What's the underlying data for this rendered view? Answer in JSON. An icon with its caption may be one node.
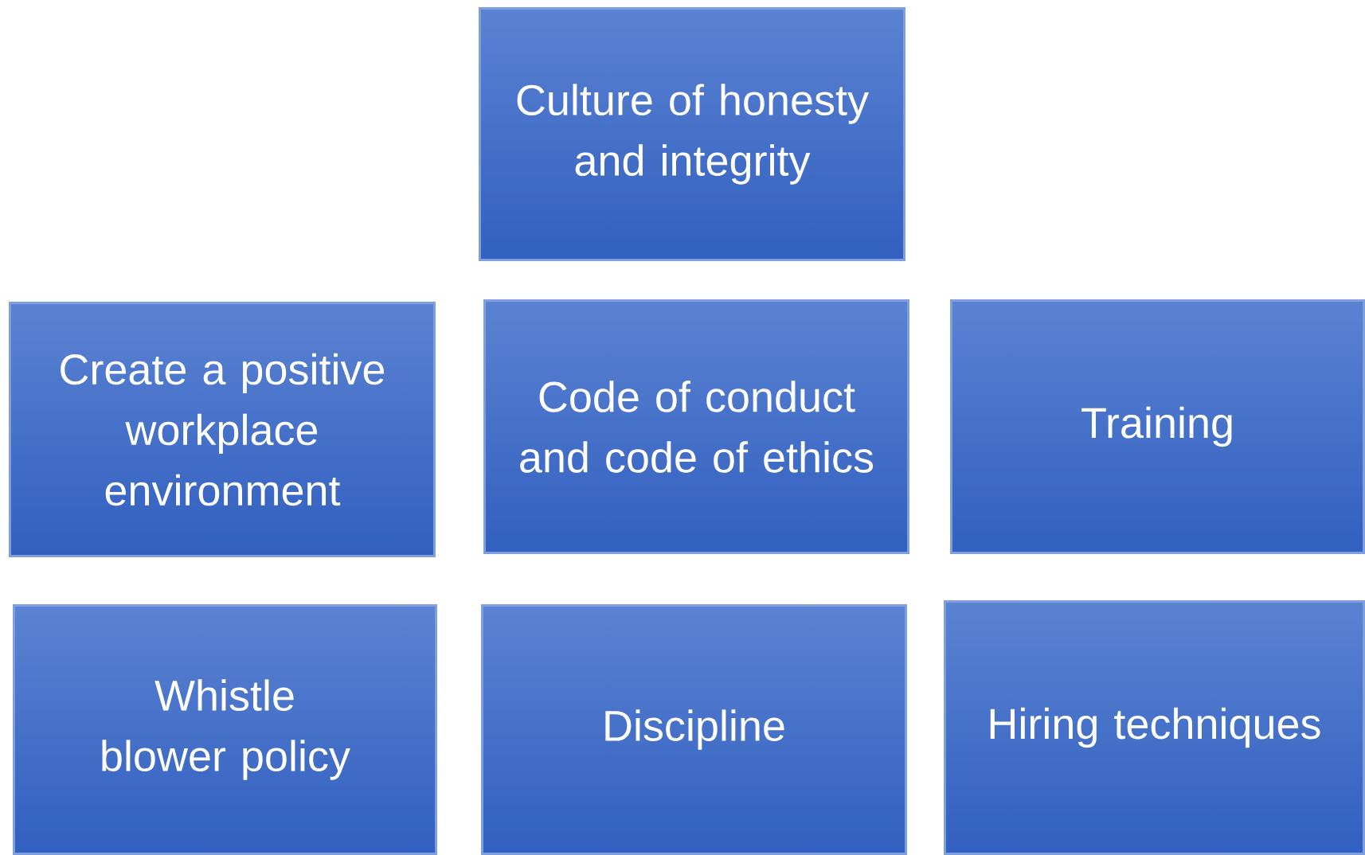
{
  "diagram": {
    "nodes": [
      {
        "text": [
          "Culture of honesty and integrity"
        ]
      },
      {
        "text": [
          "Create a positive workplace environment"
        ]
      },
      {
        "text": [
          "Code of conduct and code of ethics"
        ]
      },
      {
        "text": [
          "Training"
        ]
      },
      {
        "text": [
          "Whistle blower policy"
        ]
      },
      {
        "text": [
          "Discipline"
        ]
      },
      {
        "text": [
          "Hiring techniques"
        ]
      }
    ]
  }
}
